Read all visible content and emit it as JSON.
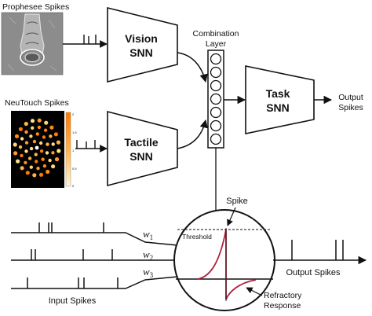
{
  "images": {
    "prophesee": {
      "title": "Prophesee Spikes"
    },
    "neutouch": {
      "title": "NeuTouch Spikes",
      "colorbar_ticks": [
        "2",
        "1.5",
        "1",
        "0.5",
        "0"
      ]
    }
  },
  "networks": {
    "vision": {
      "line1": "Vision",
      "line2": "SNN"
    },
    "tactile": {
      "line1": "Tactile",
      "line2": "SNN"
    },
    "task": {
      "line1": "Task",
      "line2": "SNN"
    }
  },
  "combination": {
    "line1": "Combination",
    "line2": "Layer"
  },
  "output_top": {
    "line1": "Output",
    "line2": "Spikes"
  },
  "neuron": {
    "spike_label": "Spike",
    "threshold_label": "Threshold",
    "refractory_line1": "Refractory",
    "refractory_line2": "Response",
    "accent_color": "#b0203c"
  },
  "weights": [
    {
      "base": "w",
      "sub": "1"
    },
    {
      "base": "w",
      "sub": "2"
    },
    {
      "base": "w",
      "sub": "3"
    }
  ],
  "input_label": "Input Spikes",
  "output_bottom_label": "Output Spikes"
}
